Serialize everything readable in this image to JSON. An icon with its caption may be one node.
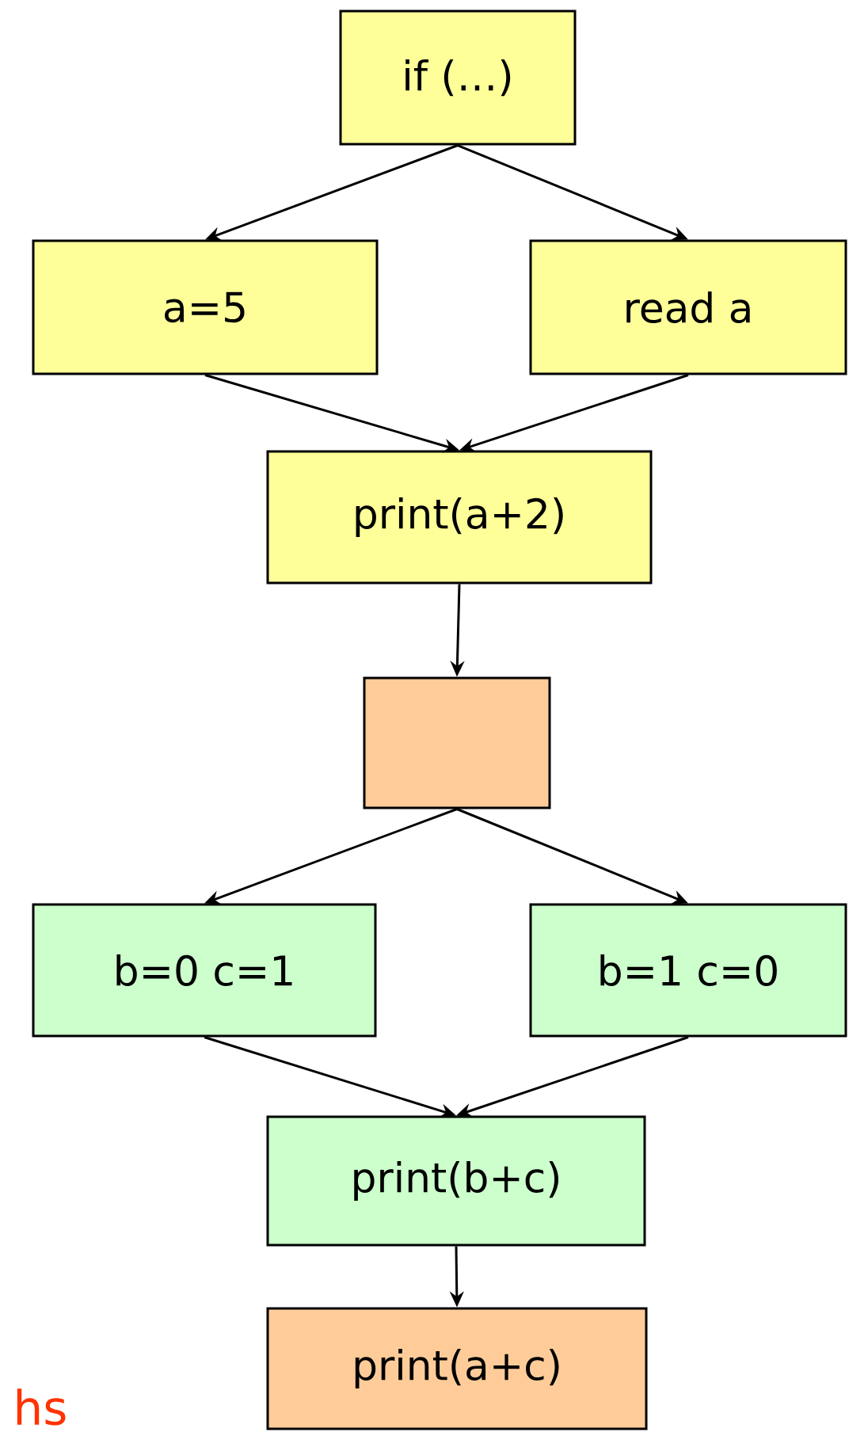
{
  "diagram": {
    "nodes": [
      {
        "text": [
          "if (…)"
        ]
      },
      {
        "text": [
          "a=5"
        ]
      },
      {
        "text": [
          "read a"
        ]
      },
      {
        "text": [
          "print(a+2)"
        ]
      },
      {
        "text": [],
        "shape": "box"
      },
      {
        "text": [
          "b=0 c=1"
        ]
      },
      {
        "text": [
          "b=1 c=0"
        ]
      },
      {
        "text": [
          "print(b+c)"
        ]
      },
      {
        "text": [
          "print(a+c)"
        ]
      }
    ],
    "edges": [
      {
        "from": 0,
        "to": 1,
        "arrow": "to"
      },
      {
        "from": 0,
        "to": 2,
        "arrow": "to"
      },
      {
        "from": 1,
        "to": 3,
        "arrow": "to"
      },
      {
        "from": 2,
        "to": 3,
        "arrow": "to"
      },
      {
        "from": 3,
        "to": 4,
        "arrow": "to"
      },
      {
        "from": 4,
        "to": 5,
        "arrow": "to"
      },
      {
        "from": 4,
        "to": 6,
        "arrow": "to"
      },
      {
        "from": 5,
        "to": 7,
        "arrow": "to"
      },
      {
        "from": 6,
        "to": 7,
        "arrow": "to"
      },
      {
        "from": 7,
        "to": 8,
        "arrow": "to"
      }
    ],
    "labels": [
      "hs"
    ]
  }
}
